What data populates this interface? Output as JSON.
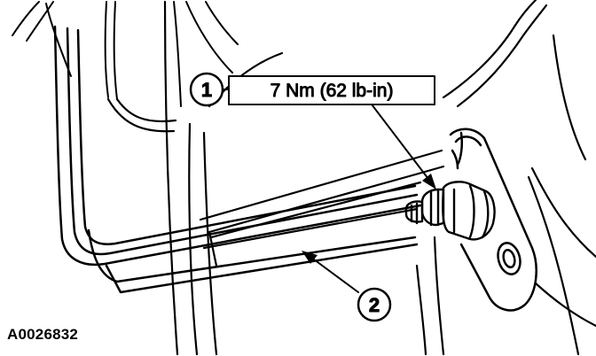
{
  "callouts": [
    {
      "number": "1",
      "spec": "7 Nm (62 lb-in)"
    },
    {
      "number": "2"
    }
  ],
  "figure_id": "A0026832",
  "colors": {
    "ink": "#000000",
    "paper": "#ffffff"
  }
}
